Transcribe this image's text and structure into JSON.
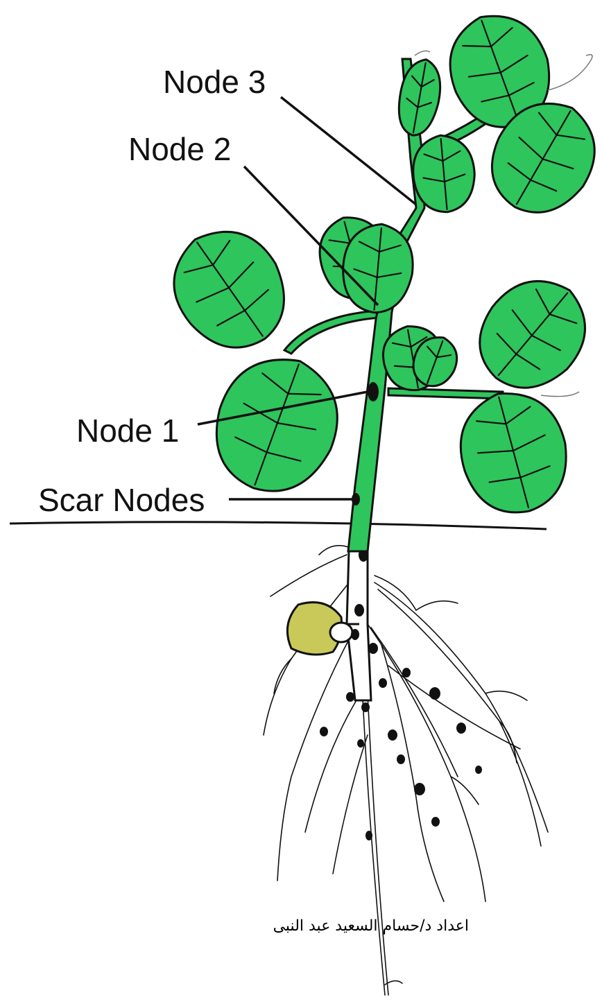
{
  "labels": {
    "node3": "Node 3",
    "node2": "Node 2",
    "node1": "Node 1",
    "scar_nodes": "Scar Nodes"
  },
  "credit": "اعداد  د/حسام السعيد عبد النبى",
  "colors": {
    "leaf": "#2ec55c",
    "cotyledon": "#c9c95a",
    "outline": "#111111",
    "background": "#ffffff"
  }
}
